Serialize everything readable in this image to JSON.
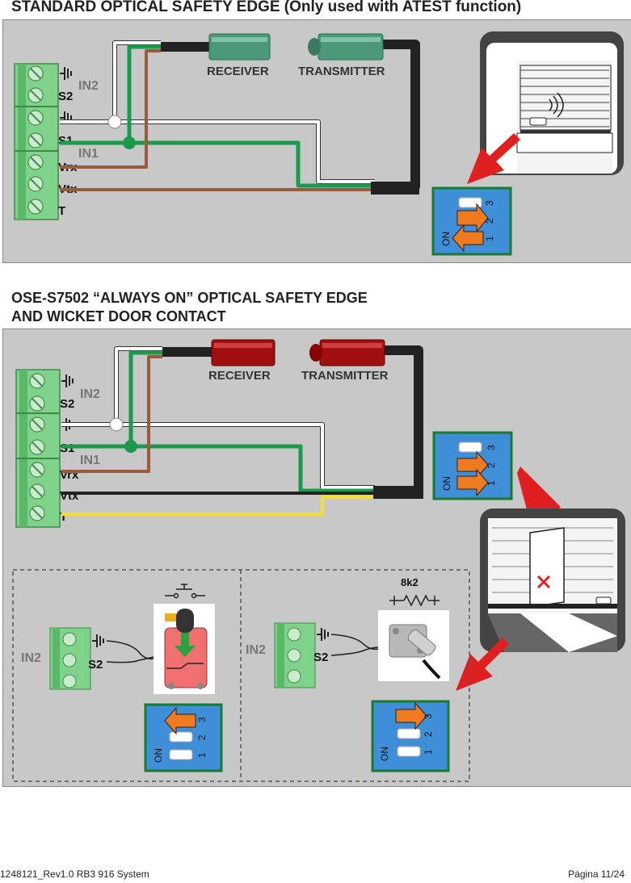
{
  "section1": {
    "title": "STANDARD OPTICAL SAFETY EDGE (Only used with ATEST function)",
    "terminal_labels": [
      "S2",
      "S1",
      "Vrx",
      "Vtx",
      "T"
    ],
    "input_labels": [
      "IN2",
      "IN1"
    ],
    "receiver_label": "RECEIVER",
    "transmitter_label": "TRANSMITTER",
    "dip_numbers": [
      "3",
      "2",
      "1"
    ],
    "dip_on_label": "ON"
  },
  "section2": {
    "title_line1": "OSE-S7502 “ALWAYS ON” OPTICAL SAFETY EDGE",
    "title_line2": "AND WICKET DOOR CONTACT",
    "terminal_labels": [
      "S2",
      "S1",
      "Vrx",
      "Vtx",
      "T"
    ],
    "input_labels": [
      "IN2",
      "IN1"
    ],
    "receiver_label": "RECEIVER",
    "transmitter_label": "TRANSMITTER",
    "dip_numbers": [
      "3",
      "2",
      "1"
    ],
    "dip_on_label": "ON",
    "sub_left": {
      "in_label": "IN2",
      "term_label": "S2"
    },
    "sub_right": {
      "in_label": "IN2",
      "term_label": "S2",
      "resistor_label": "8k2"
    }
  },
  "colors": {
    "panel": "#c8c8c8",
    "terminal_green": "#7fd28a",
    "dip_blue": "#3f8fd8",
    "arrow_orange": "#f07a20",
    "arrow_red": "#e02020",
    "wire_green": "#1a9a4a",
    "wire_brown": "#9a5a3c",
    "wire_yellow": "#f2e030",
    "receiver_green": "#4a9a7a",
    "receiver_red": "#a01010"
  },
  "footer": {
    "left": "1248121_Rev1.0 RB3 916 System",
    "right": "Página 11/24"
  }
}
